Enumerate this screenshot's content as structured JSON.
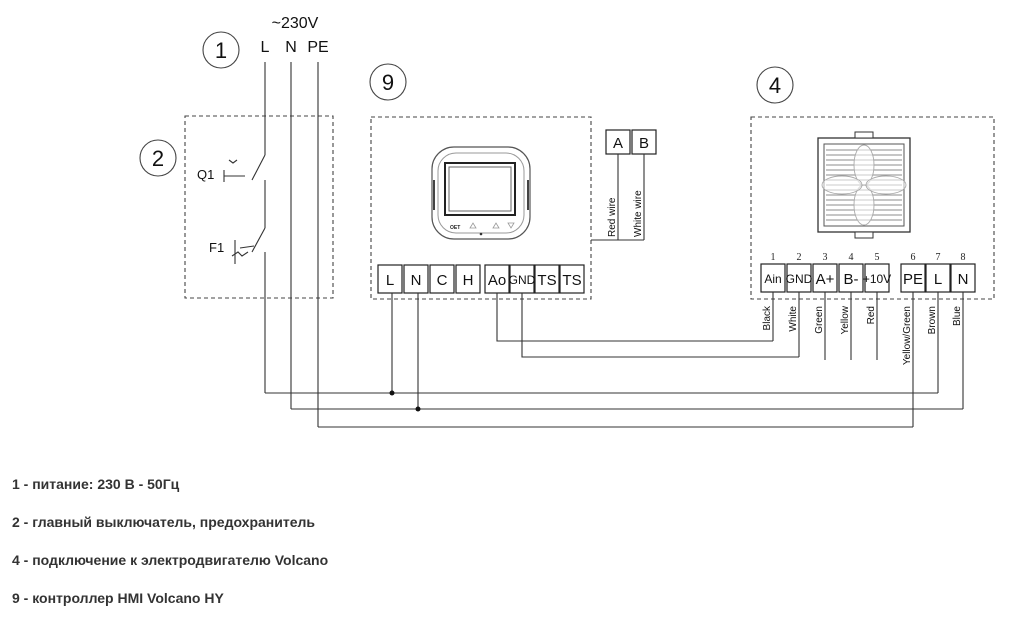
{
  "supply": {
    "voltage": "~230V",
    "lines": [
      "L",
      "N",
      "PE"
    ]
  },
  "callouts": {
    "c1": "1",
    "c2": "2",
    "c9": "9",
    "c4": "4"
  },
  "switchgear": {
    "q1": "Q1",
    "f1": "F1"
  },
  "controller": {
    "terminals": [
      "L",
      "N",
      "C",
      "H",
      "Ao",
      "GND",
      "TS",
      "TS"
    ],
    "ab_terminals": [
      "A",
      "B"
    ],
    "ab_wires": [
      "Red wire",
      "White wire"
    ],
    "screen_logo": "OET"
  },
  "motor": {
    "pins": [
      "1",
      "2",
      "3",
      "4",
      "5",
      "6",
      "7",
      "8"
    ],
    "terminals": [
      "Ain",
      "GND",
      "A+",
      "B-",
      "+10V",
      "PE",
      "L",
      "N"
    ],
    "wire_colors": [
      "Black",
      "White",
      "Green",
      "Yellow",
      "Red",
      "Yellow/Green",
      "Brown",
      "Blue"
    ]
  },
  "legend": [
    "1 - питание: 230 В - 50Гц",
    "2 - главный выключатель, предохранитель",
    "4 - подключение к электродвигателю Volcano",
    "9 - контроллер HMI Volcano HY"
  ],
  "colors": {
    "line": "#333333",
    "text": "#1a1a1a"
  }
}
